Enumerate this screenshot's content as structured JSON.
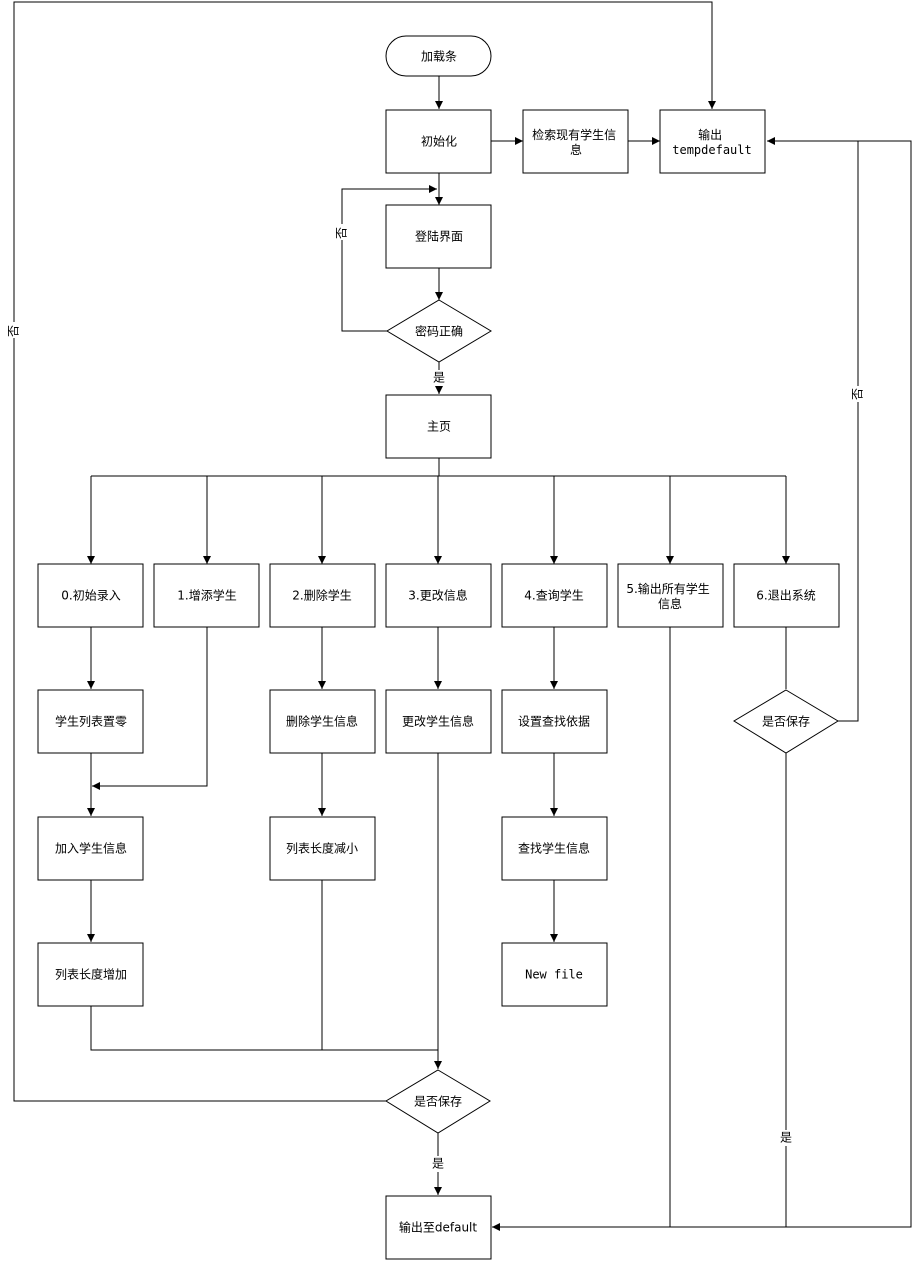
{
  "nodes": {
    "start": "加载条",
    "init": "初始化",
    "search_existing": [
      "检索现有学生信",
      "息"
    ],
    "output_temp": [
      "输出",
      "tempdefault"
    ],
    "login": "登陆界面",
    "password_check": "密码正确",
    "home": "主页",
    "opt0": "0.初始录入",
    "opt1": "1.增添学生",
    "opt2": "2.删除学生",
    "opt3": "3.更改信息",
    "opt4": "4.查询学生",
    "opt5": [
      "5.输出所有学生",
      "信息"
    ],
    "opt6": "6.退出系统",
    "reset_list": "学生列表置零",
    "delete_info": "删除学生信息",
    "change_info": "更改学生信息",
    "set_criteria": "设置查找依据",
    "save_check_exit": "是否保存",
    "add_info": "加入学生信息",
    "list_decrease": "列表长度减小",
    "find_info": "查找学生信息",
    "list_increase": "列表长度增加",
    "new_file": "New file",
    "save_check_main": "是否保存",
    "output_default": "输出至default"
  },
  "edge_labels": {
    "login_no": "否",
    "password_yes": "是",
    "main_no": "否",
    "exit_no": "否",
    "exit_yes": "是",
    "main_yes": "是"
  }
}
